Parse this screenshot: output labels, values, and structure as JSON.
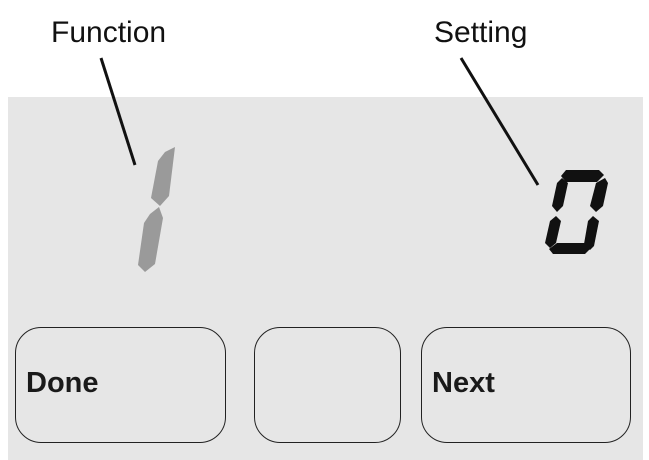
{
  "labels": {
    "function": "Function",
    "setting": "Setting"
  },
  "display": {
    "function_value": "1",
    "setting_value": "0",
    "function_digit_color": "#9a9a9a",
    "setting_digit_color": "#111111",
    "panel_color": "#e6e6e6"
  },
  "buttons": {
    "left_label": "Done",
    "middle_label": "",
    "right_label": "Next"
  }
}
